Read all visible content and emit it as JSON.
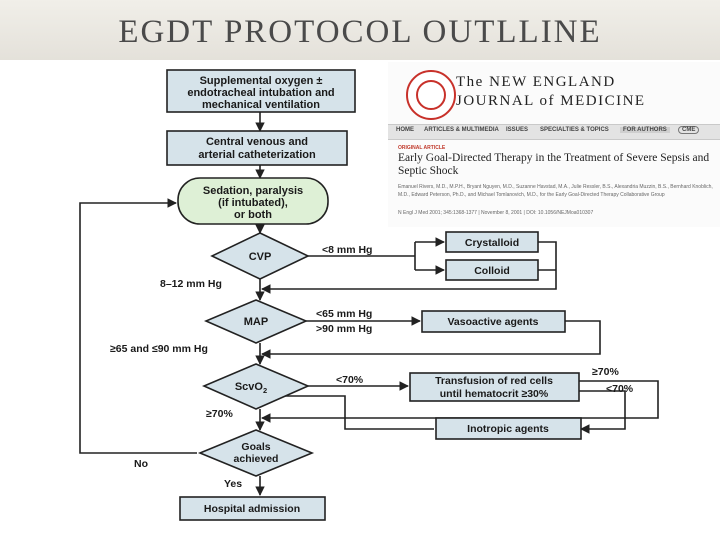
{
  "slide": {
    "title": "EGDT PROTOCOL OUTLLINE"
  },
  "flowchart": {
    "oxygen_box": [
      "Supplemental oxygen ±",
      "endotracheal intubation and",
      "mechanical ventilation"
    ],
    "catheter_box": [
      "Central venous and",
      "arterial catheterization"
    ],
    "sedation_box": [
      "Sedation, paralysis",
      "(if intubated),",
      "or both"
    ],
    "cvp": "CVP",
    "cvp_low": "<8 mm Hg",
    "crystalloid": "Crystalloid",
    "colloid": "Colloid",
    "cvp_ok": "8–12 mm Hg",
    "map": "MAP",
    "map_low": "<65 mm Hg",
    "map_high": ">90 mm Hg",
    "vasoactive": "Vasoactive agents",
    "map_ok": "≥65 and ≤90 mm Hg",
    "scvo2": "ScvO",
    "scvo2_sub": "2",
    "scvo2_low": "<70%",
    "transfusion": [
      "Transfusion of red cells",
      "until hematocrit ≥30%"
    ],
    "ge70_right": "≥70%",
    "lt70_right": "<70%",
    "scvo2_ok": "≥70%",
    "inotropic": "Inotropic agents",
    "goals": [
      "Goals",
      "achieved"
    ],
    "no": "No",
    "yes": "Yes",
    "hospital": "Hospital admission"
  },
  "article": {
    "journal_line1": "The NEW ENGLAND",
    "journal_line2": "JOURNAL of MEDICINE",
    "nav": [
      "HOME",
      "ARTICLES & MULTIMEDIA",
      "ISSUES",
      "SPECIALTIES & TOPICS",
      "FOR AUTHORS",
      "CME"
    ],
    "tag": "ORIGINAL ARTICLE",
    "title": "Early Goal-Directed Therapy in the Treatment of Severe Sepsis and Septic Shock",
    "authors": "Emanuel Rivers, M.D., M.P.H., Bryant Nguyen, M.D., Suzanne Havstad, M.A., Julie Ressler, B.S., Alexandria Muzzin, B.S., Bernhard Knoblich, M.D., Edward Peterson, Ph.D., and Michael Tomlanovich, M.D., for the Early Goal-Directed Therapy Collaborative Group",
    "citation": "N Engl J Med 2001; 345:1368-1377 | November 8, 2001 | DOI: 10.1056/NEJMoa010307"
  },
  "colors": {
    "box_fill": "#d6e3ea",
    "sedation_fill": "#def0d6",
    "seal_red": "#c8312a"
  }
}
